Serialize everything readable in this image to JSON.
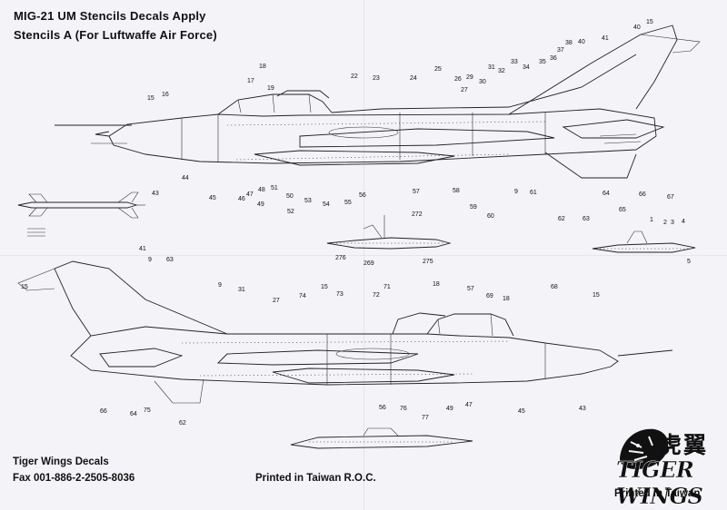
{
  "sheet": {
    "title_line1": "MIG-21 UM  Stencils Decals Apply",
    "title_line2": "Stencils A (For Luftwaffe Air Force)",
    "company": "Tiger Wings Decals",
    "fax": "Fax 001-886-2-2505-8036",
    "printed_roc": "Printed in Taiwan R.O.C.",
    "printed_taiwan": "Printed in Taiwan"
  },
  "logo": {
    "chinese": "虎翼",
    "wordmark": "TIGER WINGS",
    "wordmark_small": "TIGER",
    "icon": "tiger-head-icon"
  },
  "callouts": {
    "upper_top": [
      "15",
      "16",
      "17",
      "18",
      "19",
      "22",
      "23",
      "24",
      "25",
      "26",
      "27",
      "29",
      "30",
      "31",
      "32",
      "33",
      "34",
      "35",
      "36",
      "37",
      "38",
      "40",
      "41",
      "40",
      "15"
    ],
    "upper_bottom": [
      "43",
      "44",
      "45",
      "46",
      "47",
      "48",
      "49",
      "51",
      "50",
      "52",
      "53",
      "54",
      "55",
      "56",
      "57",
      "58",
      "59",
      "60",
      "9",
      "61",
      "62",
      "63",
      "64",
      "65",
      "66",
      "67"
    ],
    "pylon_left": [
      "272",
      "276",
      "269",
      "275"
    ],
    "pylon_right": [
      "1",
      "2",
      "3",
      "4",
      "5"
    ],
    "lower_top": [
      "15",
      "41",
      "9",
      "63",
      "9",
      "31",
      "27",
      "74",
      "15",
      "73",
      "72",
      "71",
      "18",
      "57",
      "69",
      "18",
      "68",
      "15"
    ],
    "lower_bottom": [
      "66",
      "64",
      "75",
      "62",
      "56",
      "76",
      "77",
      "49",
      "47",
      "45",
      "43"
    ]
  }
}
